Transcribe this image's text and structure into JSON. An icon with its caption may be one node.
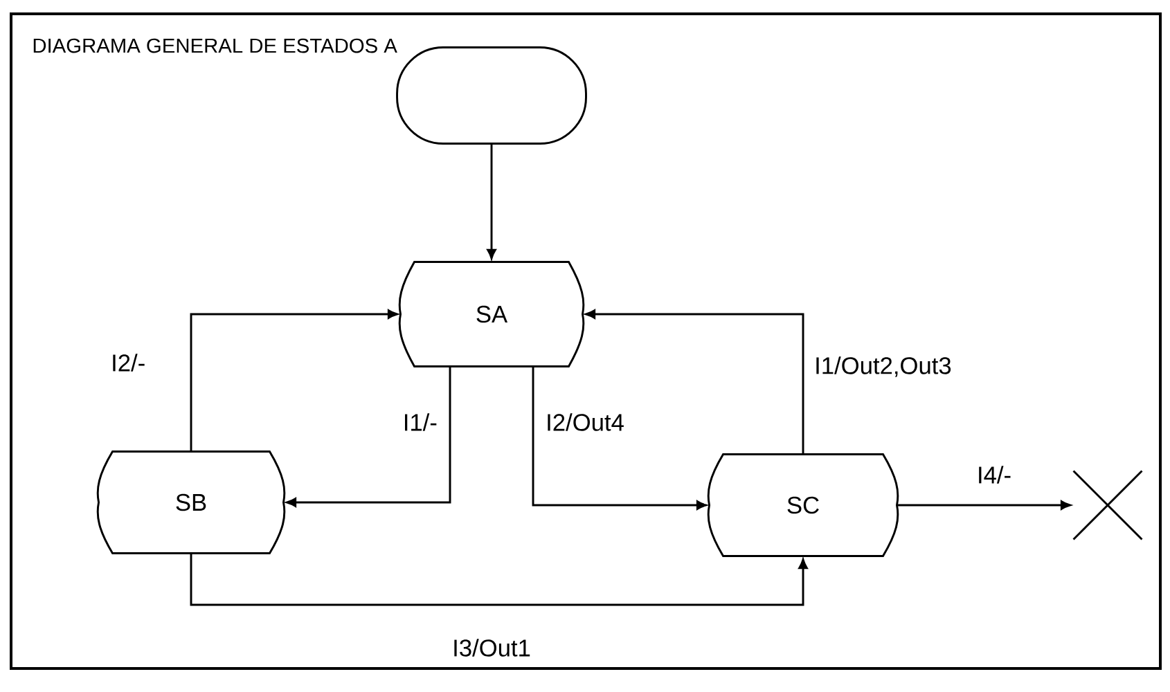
{
  "diagram": {
    "title": "DIAGRAMA GENERAL DE ESTADOS A",
    "nodes": [
      {
        "text": [],
        "shape": "oval"
      },
      {
        "text": [
          "SA"
        ]
      },
      {
        "text": [
          "SB"
        ]
      },
      {
        "text": [
          "SC"
        ]
      },
      {
        "text": [],
        "shape": "cross"
      }
    ],
    "edges": [
      {
        "from": 0,
        "to": 1,
        "arrow": "to"
      },
      {
        "from": 2,
        "to": 1,
        "arrow": "to",
        "label": "I2/-"
      },
      {
        "from": 1,
        "to": 2,
        "arrow": "to",
        "label": "I1/-"
      },
      {
        "from": 1,
        "to": 3,
        "arrow": "to",
        "label": "I2/Out4"
      },
      {
        "from": 3,
        "to": 1,
        "arrow": "to",
        "label": "I1/Out2,Out3"
      },
      {
        "from": 2,
        "to": 3,
        "arrow": "to",
        "label": "I3/Out1"
      },
      {
        "from": 3,
        "to": 4,
        "arrow": "to",
        "label": "I4/-"
      }
    ]
  }
}
